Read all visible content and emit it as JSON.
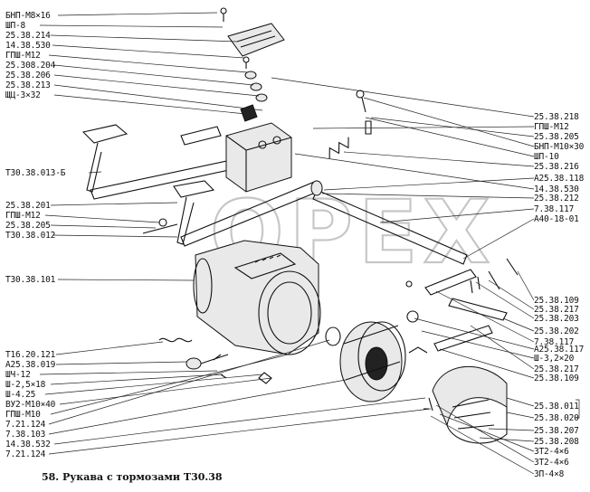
{
  "watermark": "OPEX",
  "caption": "58. Рукава с тормозами    Т30.38",
  "labels_left": [
    "БНП-М8×16",
    "ШП-8",
    "25.38.214",
    "14.38.530",
    "ГПШ-М12",
    "25.308.204",
    "25.38.206",
    "25.38.213",
    "ЩЦ-3×32",
    "Т30.38.013-Б",
    "25.38.201",
    "ГПШ-М12",
    "25.38.205",
    "Т30.38.012",
    "Т30.38.101",
    "Т16.20.121",
    "А25.38.019",
    "ШЧ-12",
    "Ш-2,5×18",
    "Ш-4.25",
    "ВУ2-М10×40",
    "ГПШ-М10",
    "7.21.124",
    "7.38.103",
    "14.38.532",
    "7.21.124"
  ],
  "labels_right": [
    "25.38.218",
    "ГПШ-М12",
    "25.38.205",
    "БНП-М10×30",
    "ШП-10",
    "25.38.216",
    "А25.38.118",
    "14.38.530",
    "25.38.212",
    "7.38.117",
    "А40-18-01",
    "25.38.109",
    "25.38.217",
    "25.38.203",
    "25.38.202",
    "7.38.117",
    "А25.38.117",
    "Ш-3,2×20",
    "25.38.217",
    "25.38.109",
    "25.38.011",
    "25.38.020",
    "25.38.207",
    "25.38.208",
    "3Т2-4×6",
    "3Т2-4×6",
    "3П-4×8"
  ]
}
